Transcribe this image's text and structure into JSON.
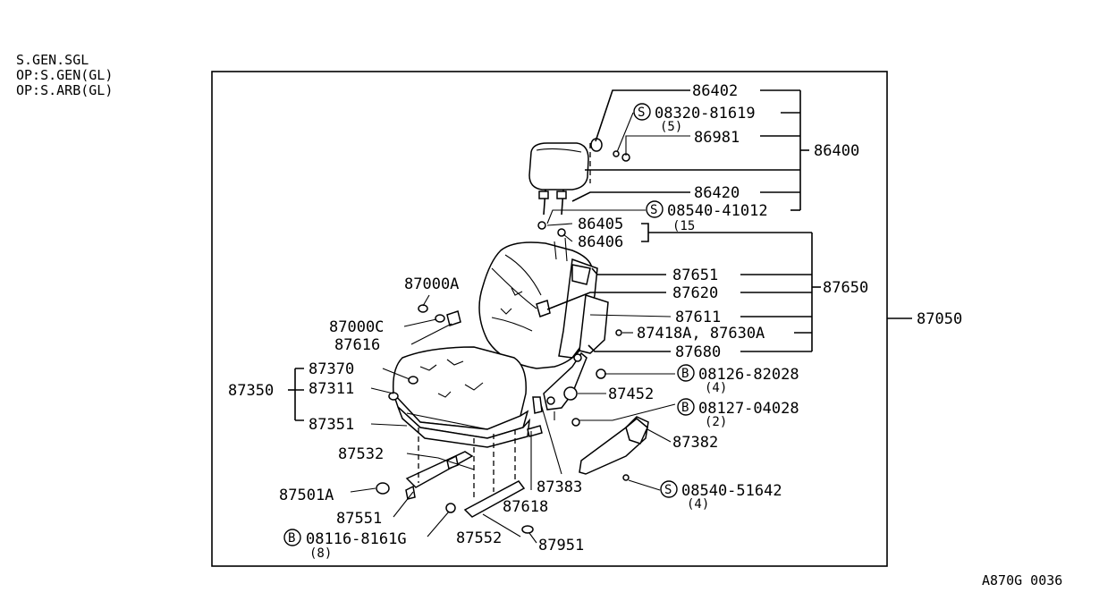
{
  "header_lines": [
    "S.GEN.SGL",
    "OP:S.GEN(GL)",
    "OP:S.ARB(GL)"
  ],
  "figure_id": "A870G 0036",
  "labels": {
    "p86402": "86402",
    "p08320": "08320-81619",
    "q08320": "(5)",
    "p86981": "86981",
    "p86400": "86400",
    "p86420": "86420",
    "p08540a": "08540-41012",
    "p86405": "86405",
    "q86405": "(15",
    "p86406": "86406",
    "p87651": "87651",
    "p87620": "87620",
    "p87650": "87650",
    "p87611": "87611",
    "p87418": "87418A, 87630A",
    "p87680": "87680",
    "p87050": "87050",
    "p87000a": "87000A",
    "p87000c": "87000C",
    "p87616": "87616",
    "p87370": "87370",
    "p87350": "87350",
    "p87311": "87311",
    "p87351": "87351",
    "p08126": "08126-82028",
    "q08126": "(4)",
    "p87452": "87452",
    "p08127": "08127-04028",
    "q08127": "(2)",
    "p87382": "87382",
    "p87532": "87532",
    "p87383": "87383",
    "p08540b": "08540-51642",
    "q08540b": "(4)",
    "p87501a": "87501A",
    "p87618": "87618",
    "p87551": "87551",
    "p08116": "08116-8161G",
    "q08116": "(8)",
    "p87552": "87552",
    "p87951": "87951"
  },
  "callouts": {
    "screw": "S",
    "bolt": "B"
  }
}
